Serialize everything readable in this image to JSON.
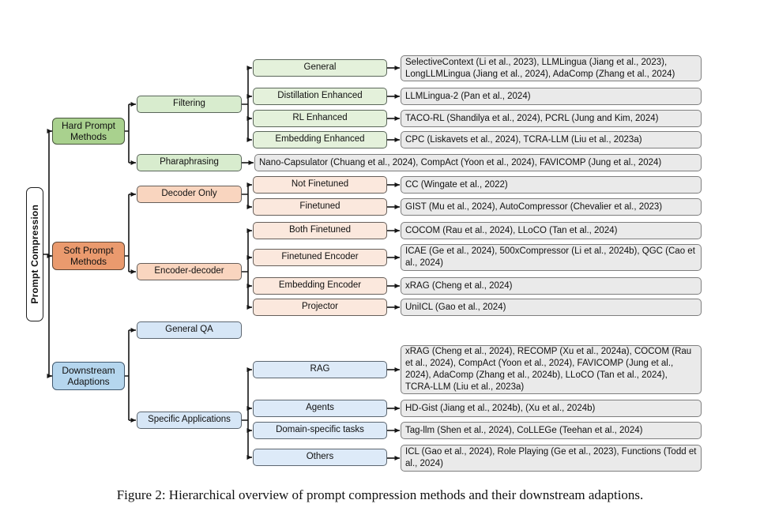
{
  "root": {
    "label": "Prompt Compression"
  },
  "palette": {
    "hard_prompt": "#a9d18e",
    "soft_prompt": "#ea9a6e",
    "downstream": "#b5d6ee",
    "leaf_box": "#eaeaea"
  },
  "branches": [
    {
      "label": "Hard Prompt Methods",
      "children": [
        {
          "label": "Filtering",
          "children": [
            {
              "label": "General",
              "refs": "SelectiveContext (Li et al., 2023), LLMLingua (Jiang et al., 2023), LongLLMLingua (Jiang et al., 2024), AdaComp (Zhang et al., 2024)"
            },
            {
              "label": "Distillation Enhanced",
              "refs": "LLMLingua-2 (Pan et al., 2024)"
            },
            {
              "label": "RL Enhanced",
              "refs": "TACO-RL (Shandilya et al., 2024), PCRL (Jung and Kim, 2024)"
            },
            {
              "label": "Embedding Enhanced",
              "refs": "CPC (Liskavets et al., 2024), TCRA-LLM (Liu et al., 2023a)"
            }
          ]
        },
        {
          "label": "Pharaphrasing",
          "refs": "Nano-Capsulator (Chuang et al., 2024), CompAct (Yoon et al., 2024), FAVICOMP (Jung et al., 2024)"
        }
      ]
    },
    {
      "label": "Soft Prompt Methods",
      "children": [
        {
          "label": "Decoder Only",
          "children": [
            {
              "label": "Not Finetuned",
              "refs": "CC (Wingate et al., 2022)"
            },
            {
              "label": "Finetuned",
              "refs": "GIST (Mu et al., 2024), AutoCompressor (Chevalier et al., 2023)"
            }
          ]
        },
        {
          "label": "Encoder-decoder",
          "children": [
            {
              "label": "Both Finetuned",
              "refs": "COCOM (Rau et al., 2024), LLoCO (Tan et al., 2024)"
            },
            {
              "label": "Finetuned Encoder",
              "refs": "ICAE (Ge et al., 2024), 500xCompressor (Li et al., 2024b), QGC (Cao et al., 2024)"
            },
            {
              "label": "Embedding Encoder",
              "refs": "xRAG (Cheng et al., 2024)"
            },
            {
              "label": "Projector",
              "refs": "UniICL (Gao et al., 2024)"
            }
          ]
        }
      ]
    },
    {
      "label": "Downstream Adaptions",
      "children": [
        {
          "label": "General QA"
        },
        {
          "label": "Specific Applications",
          "children": [
            {
              "label": "RAG",
              "refs": "xRAG (Cheng et al., 2024), RECOMP (Xu et al., 2024a), COCOM (Rau et al., 2024), CompAct (Yoon et al., 2024), FAVICOMP (Jung et al., 2024), AdaComp (Zhang et al., 2024b), LLoCO (Tan et al., 2024), TCRA-LLM (Liu et al., 2023a)"
            },
            {
              "label": "Agents",
              "refs": "HD-Gist (Jiang et al., 2024b), (Xu et al., 2024b)"
            },
            {
              "label": "Domain-specific tasks",
              "refs": "Tag-llm (Shen et al., 2024), CoLLEGe (Teehan et al., 2024)"
            },
            {
              "label": "Others",
              "refs": "ICL (Gao et al., 2024), Role Playing (Ge et al., 2023), Functions (Todd et al., 2024)"
            }
          ]
        }
      ]
    }
  ],
  "caption": "Figure 2: Hierarchical overview of prompt compression methods and their downstream adaptions."
}
